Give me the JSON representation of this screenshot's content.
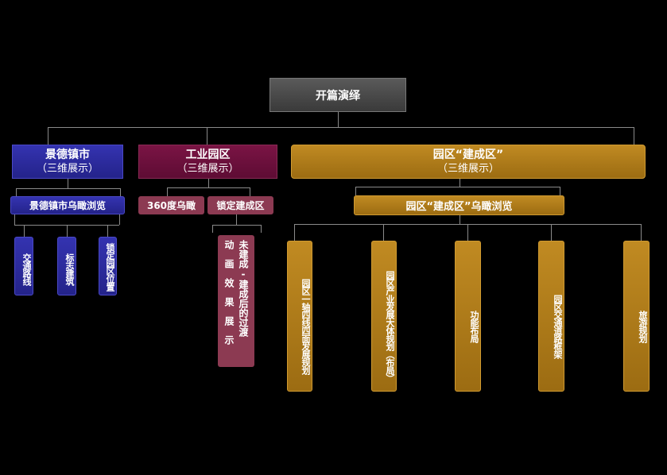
{
  "root": "开篇演绎",
  "branches": [
    {
      "title": "景德镇市",
      "subtitle": "（三维展示）",
      "children": [
        "景德镇市乌瞰浏览"
      ],
      "leaves": [
        "交通路线",
        "标志建筑",
        "锁定园区位置"
      ]
    },
    {
      "title": "工业园区",
      "subtitle": "（三维展示）",
      "children": [
        "360度乌瞰",
        "锁定建成区"
      ],
      "leaves": [
        "未建成-建成后的过渡",
        "动画效果展示"
      ]
    },
    {
      "title": "园区“建成区”",
      "subtitle": "（三维展示）",
      "children": [
        "园区“建成区”乌瞰浏览"
      ],
      "leaves": [
        "园区一轴四线四面发展规划",
        "园区产业发展大体规划（布局）",
        "功能布局",
        "园区交通道路框架",
        "旅游规划"
      ]
    }
  ]
}
